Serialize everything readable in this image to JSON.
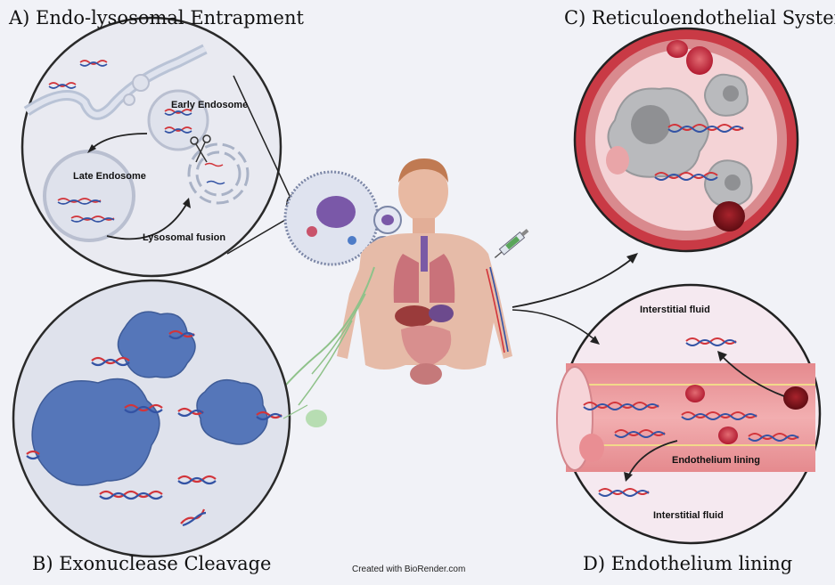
{
  "titles": {
    "a": "A) Endo-lysosomal Entrapment",
    "b": "B) Exonuclease Cleavage",
    "c": "C) Reticuloendothelial System",
    "d": "D) Endothelium lining"
  },
  "labels": {
    "early_endosome": "Early Endosome",
    "late_endosome": "Late Endosome",
    "lysosomal_fusion": "Lysosomal fusion",
    "interstitial_fluid_top": "Interstitial fluid",
    "endothelium_lining": "Endothelium lining",
    "interstitial_fluid_bottom": "Interstitial fluid"
  },
  "credit": "Created with BioRender.com",
  "colors": {
    "background": "#f1f2f7",
    "dna_red": "#d2343a",
    "dna_blue": "#3353a4",
    "exonuclease": "#5576b9",
    "vessel_wall": "#c9343f",
    "vessel_inner": "#f5c9c9",
    "macrophage": "#b9babd",
    "rbc": "#c32036"
  }
}
